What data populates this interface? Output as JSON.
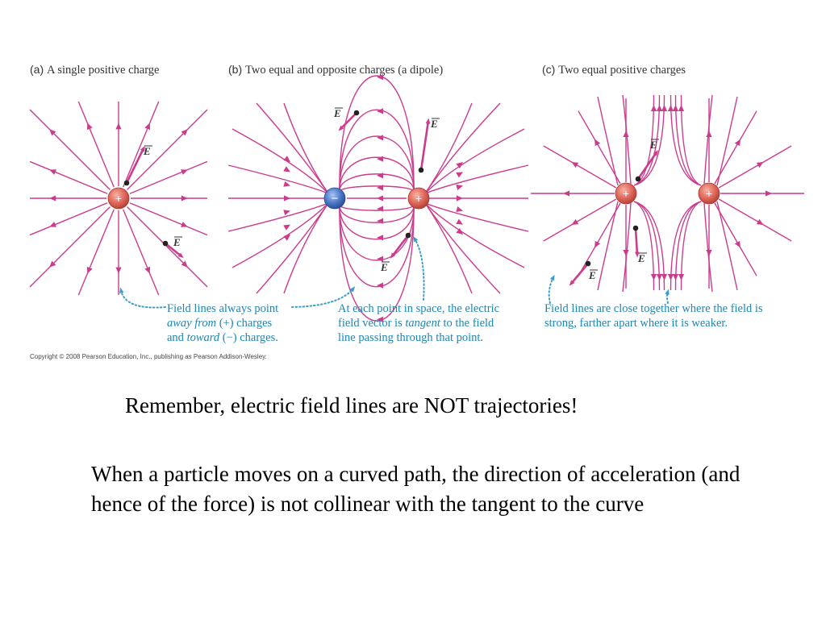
{
  "panels": [
    {
      "tag": "(a)",
      "title": "A single positive charge"
    },
    {
      "tag": "(b)",
      "title": "Two equal and opposite charges (a dipole)"
    },
    {
      "tag": "(c)",
      "title": "Two equal positive charges"
    }
  ],
  "vector_label": "E",
  "charge_signs": {
    "positive": "+",
    "negative": "−"
  },
  "captions": {
    "lines_point": {
      "line1": "Field lines always point",
      "l2_italic": "away from",
      "l2_rest": " (+) charges",
      "l3_pre": "and ",
      "l3_italic": "toward",
      "l3_rest": " (−) charges."
    },
    "tangent": {
      "line1": "At each point in space, the electric",
      "l2_pre": "field vector is ",
      "l2_italic": "tangent",
      "l2_rest": " to the field",
      "line3": "line passing through that point."
    },
    "density": {
      "line1": "Field lines are close together where the field is",
      "line2": "strong, farther apart where it is weaker."
    }
  },
  "copyright": "Copyright © 2008 Pearson Education, Inc., publishing as Pearson Addison-Wesley.",
  "slide_text": {
    "remember": "Remember, electric field lines are NOT trajectories!",
    "paragraph": "When a particle moves on a curved path, the direction of acceleration (and hence of the force) is not collinear with the tangent to the curve"
  },
  "colors": {
    "field_line": "#cc3c8c",
    "positive_charge": "#e0675a",
    "negative_charge": "#4a78c8",
    "caption": "#1f86b5",
    "dotted_pointer": "#3a9fc8"
  }
}
